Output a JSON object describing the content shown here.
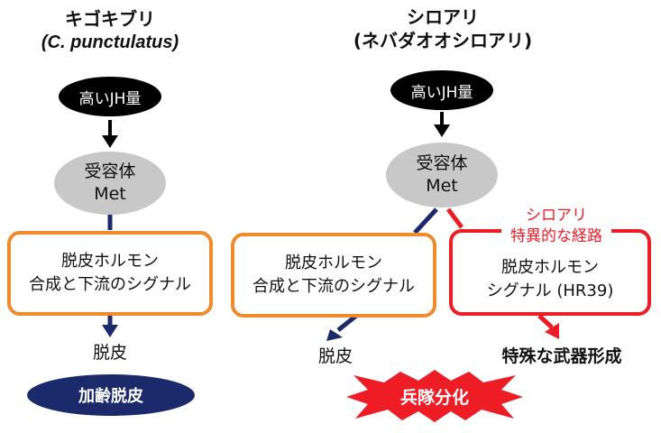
{
  "left": {
    "title_line1": "キゴキブリ",
    "title_line2": "(C. punctulatus)",
    "hormone": "高いJH量",
    "receptor_line1": "受容体",
    "receptor_line2": "Met",
    "process_line1": "脱皮ホルモン",
    "process_line2": "合成と下流のシグナル",
    "outcome": "脱皮",
    "result": "加齢脱皮"
  },
  "right": {
    "title_line1": "シロアリ",
    "title_line2": "(ネバダオオシロアリ)",
    "hormone": "高いJH量",
    "receptor_line1": "受容体",
    "receptor_line2": "Met",
    "process_line1": "脱皮ホルモン",
    "process_line2": "合成と下流のシグナル",
    "outcome": "脱皮",
    "specific_label_line1": "シロアリ",
    "specific_label_line2": "特異的な経路",
    "specific_line1": "脱皮ホルモン",
    "specific_line2": "シグナル (HR39)",
    "specific_outcome": "特殊な武器形成",
    "result": "兵隊分化"
  },
  "colors": {
    "navy": "#1b2a6b",
    "orange": "#f08a2a",
    "red": "#ee1c24",
    "grey": "#c8c8c8",
    "black": "#000000"
  }
}
